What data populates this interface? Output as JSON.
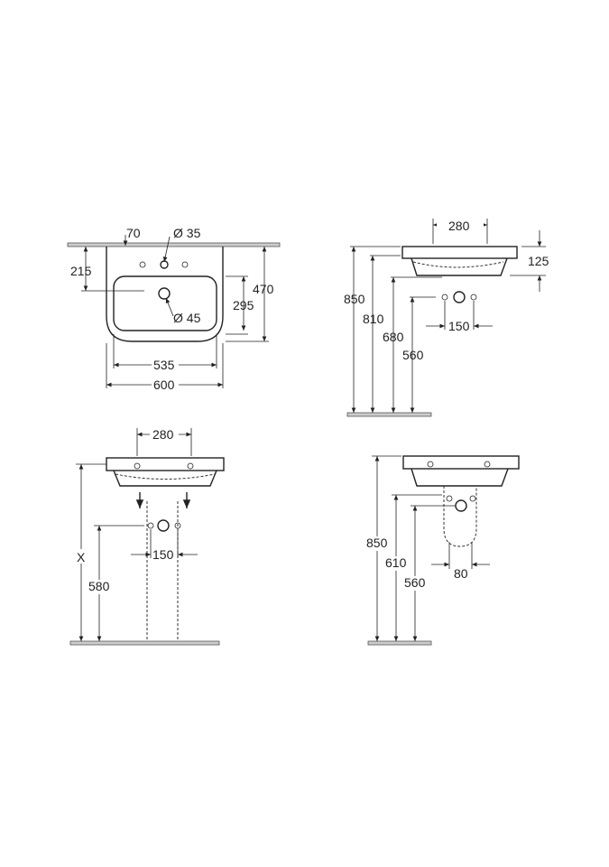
{
  "views": {
    "top": {
      "d70": "70",
      "d_hole_tap": "Ø 35",
      "d215": "215",
      "d470": "470",
      "d295": "295",
      "d_hole_waste": "Ø 45",
      "d535": "535",
      "d600": "600"
    },
    "side": {
      "d280": "280",
      "d125": "125",
      "d850": "850",
      "d810": "810",
      "d680": "680",
      "d560": "560",
      "d150": "150"
    },
    "pedestal": {
      "d280": "280",
      "dx": "X",
      "d580": "580",
      "d150": "150"
    },
    "semi_pedestal": {
      "d850": "850",
      "d610": "610",
      "d560": "560",
      "d80": "80"
    }
  }
}
